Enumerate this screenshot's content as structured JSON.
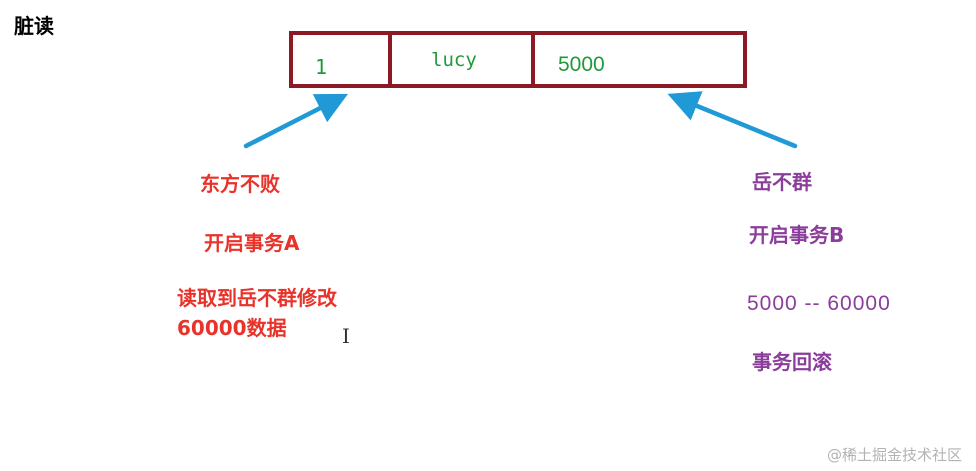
{
  "title": "脏读",
  "record": {
    "id": "1",
    "name": "lucy",
    "amount": "5000"
  },
  "left_side": {
    "actor": "东方不败",
    "start": "开启事务A",
    "action_line1": "读取到岳不群修改",
    "action_line2": "60000数据"
  },
  "right_side": {
    "actor": "岳不群",
    "start": "开启事务B",
    "change": "5000 -- 60000",
    "rollback": "事务回滚"
  },
  "cursor_glyph": "I",
  "watermark": "@稀土掘金技术社区",
  "colors": {
    "table_border": "#8b1a24",
    "cell_text": "#1e9a3a",
    "arrow": "#1f9ad6",
    "left_text": "#e8322a",
    "right_text": "#8a3d9a"
  }
}
